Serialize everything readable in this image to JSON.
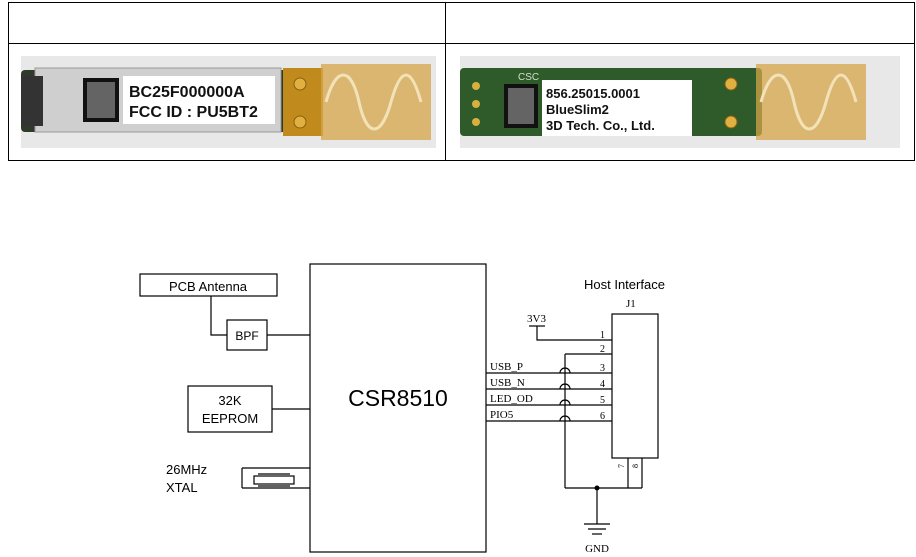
{
  "table": {
    "header_left": "",
    "header_right": ""
  },
  "photos": {
    "left": {
      "line1": "BC25F000000A",
      "line2": "FCC ID : PU5BT2"
    },
    "right": {
      "small": "CSC",
      "line1": "856.25015.0001",
      "line2": "BlueSlim2",
      "line3": "3D Tech. Co., Ltd."
    }
  },
  "diagram": {
    "chip": "CSR8510",
    "pcb_antenna": "PCB Antenna",
    "bpf": "BPF",
    "eeprom_line1": "32K",
    "eeprom_line2": "EEPROM",
    "xtal_line1": "26MHz",
    "xtal_line2": "XTAL",
    "host_interface": "Host Interface",
    "connector": "J1",
    "power": "3V3",
    "ground": "GND",
    "signals": [
      "USB_P",
      "USB_N",
      "LED_OD",
      "PIO5"
    ],
    "pins": [
      "1",
      "2",
      "3",
      "4",
      "5",
      "6"
    ],
    "mount_pins": [
      "7",
      "8"
    ]
  }
}
